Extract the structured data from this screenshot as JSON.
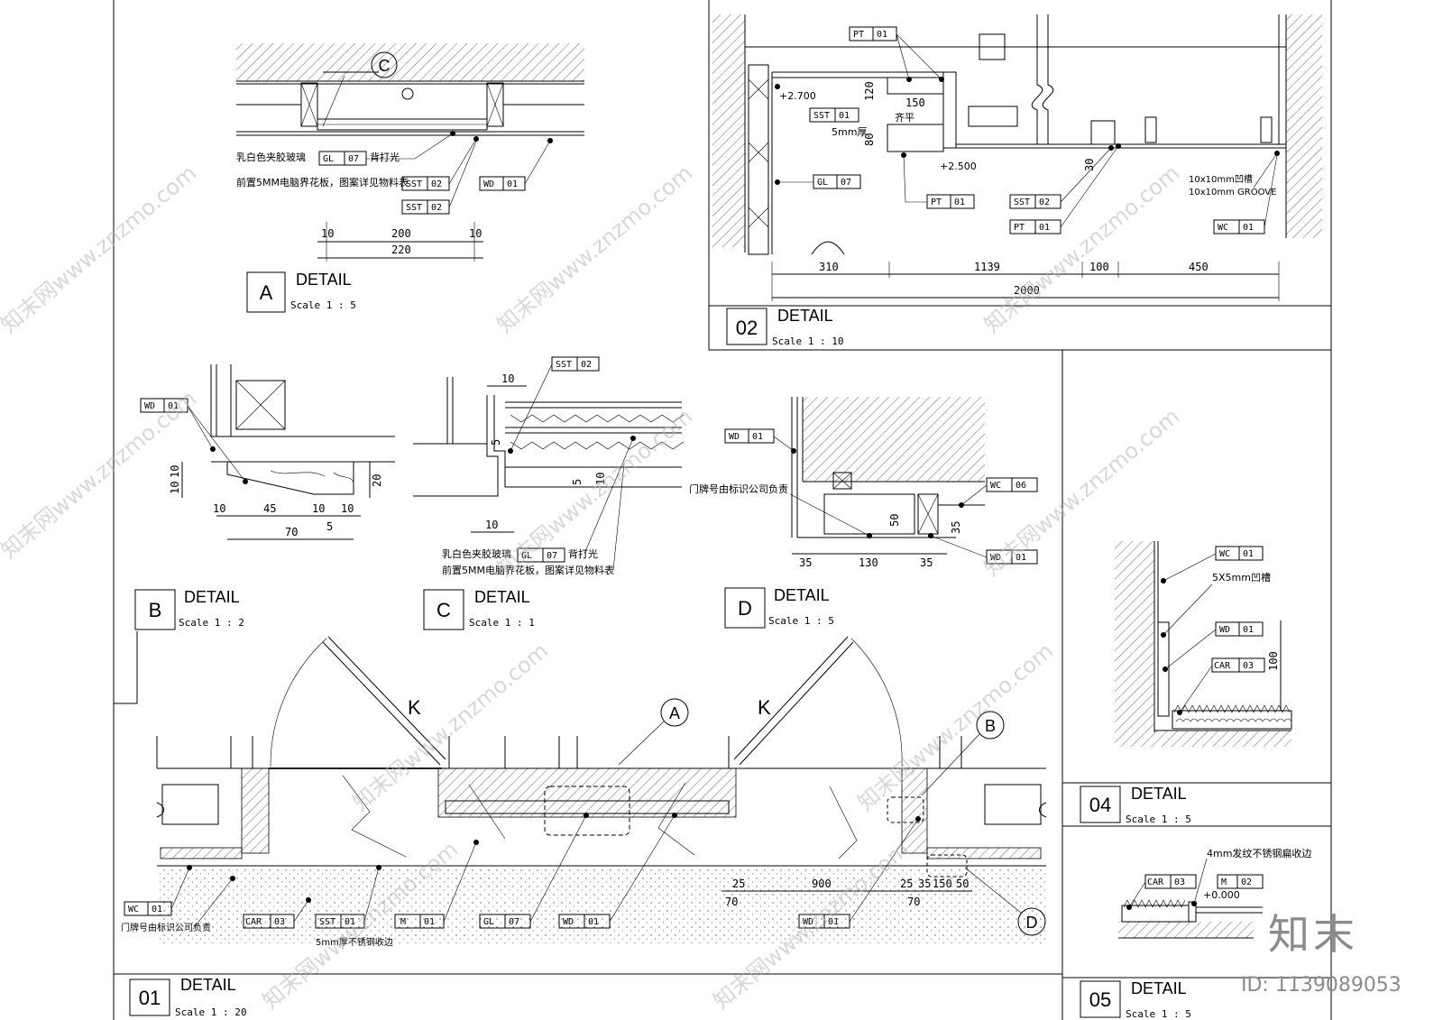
{
  "brand": {
    "logo_text": "知末",
    "id_text": "ID: 1139089053",
    "watermark": "知末网www.znzmo.com"
  },
  "panels": {
    "p01": {
      "number": "01",
      "title": "DETAIL",
      "scale": "Scale 1 :  20"
    },
    "p02": {
      "number": "02",
      "title": "DETAIL",
      "scale": "Scale 1 :  10"
    },
    "p04": {
      "number": "04",
      "title": "DETAIL",
      "scale": "Scale 1 :  5"
    },
    "p05": {
      "number": "05",
      "title": "DETAIL",
      "scale": "Scale 1 :  5"
    },
    "pA": {
      "letter": "A",
      "title": "DETAIL",
      "scale": "Scale 1 : 5"
    },
    "pB": {
      "letter": "B",
      "title": "DETAIL",
      "scale": "Scale 1 : 2"
    },
    "pC": {
      "letter": "C",
      "title": "DETAIL",
      "scale": "Scale 1 : 1"
    },
    "pD": {
      "letter": "D",
      "title": "DETAIL",
      "scale": "Scale 1 : 5"
    }
  },
  "detailA": {
    "callout": "C",
    "note1": "乳白色夹胶玻璃",
    "note1b": "背打光",
    "note2": "前置5MM电脑界花板，图案详见物料表",
    "tags": [
      [
        "GL",
        "07"
      ],
      [
        "SST",
        "02"
      ],
      [
        "SST",
        "02"
      ],
      [
        "WD",
        "01"
      ]
    ],
    "dims": [
      "10",
      "200",
      "10",
      "220"
    ]
  },
  "detail02": {
    "tags": [
      [
        "PT",
        "01"
      ],
      [
        "SST",
        "01"
      ],
      [
        "GL",
        "07"
      ],
      [
        "PT",
        "01"
      ],
      [
        "SST",
        "02"
      ],
      [
        "PT",
        "01"
      ],
      [
        "WC",
        "01"
      ]
    ],
    "levels": [
      "+2.700",
      "+2.500"
    ],
    "notes": [
      "5mm厚",
      "齐平",
      "10x10mm凹槽",
      "10x10mm GROOVE"
    ],
    "dims_v": [
      "120",
      "80",
      "150",
      "30"
    ],
    "dims_h": [
      "310",
      "1139",
      "100",
      "450",
      "2000"
    ]
  },
  "detailB": {
    "tag": [
      "WD",
      "01"
    ],
    "dims": [
      "10",
      "10",
      "20",
      "10",
      "45",
      "10",
      "10",
      "5",
      "70"
    ]
  },
  "detailC": {
    "tag": [
      "SST",
      "02"
    ],
    "note1": "乳白色夹胶玻璃",
    "note1b": "背打光",
    "note2": "前置5MM电脑界花板，图案详见物料表",
    "gl": [
      "GL",
      "07"
    ],
    "dims": [
      "10",
      "5",
      "5",
      "10",
      "10"
    ]
  },
  "detailD": {
    "tags": [
      [
        "WD",
        "01"
      ],
      [
        "WC",
        "06"
      ],
      [
        "WD",
        "01"
      ]
    ],
    "note": "门牌号由标识公司负责",
    "dims": [
      "35",
      "130",
      "35",
      "50",
      "35"
    ]
  },
  "detail04": {
    "tags": [
      [
        "WC",
        "01"
      ],
      [
        "WD",
        "01"
      ],
      [
        "CAR",
        "03"
      ]
    ],
    "note": "5X5mm凹槽",
    "dim": "100"
  },
  "detail05": {
    "tags": [
      [
        "CAR",
        "03"
      ],
      [
        "M",
        "02"
      ]
    ],
    "note": "4mm发纹不锈钢扁收边",
    "level": "+0.000"
  },
  "detail01": {
    "callouts": [
      "A",
      "B",
      "D"
    ],
    "door_marks": [
      "K",
      "K"
    ],
    "tags": [
      [
        "WC",
        "01"
      ],
      [
        "CAR",
        "03"
      ],
      [
        "SST",
        "01"
      ],
      [
        "M",
        "01"
      ],
      [
        "GL",
        "07"
      ],
      [
        "WD",
        "01"
      ],
      [
        "WD",
        "01"
      ]
    ],
    "notes": [
      "门牌号由标识公司负责",
      "5mm厚不锈钢收边"
    ],
    "dims": [
      "25",
      "70",
      "900",
      "25",
      "35",
      "150",
      "50",
      "70"
    ]
  }
}
